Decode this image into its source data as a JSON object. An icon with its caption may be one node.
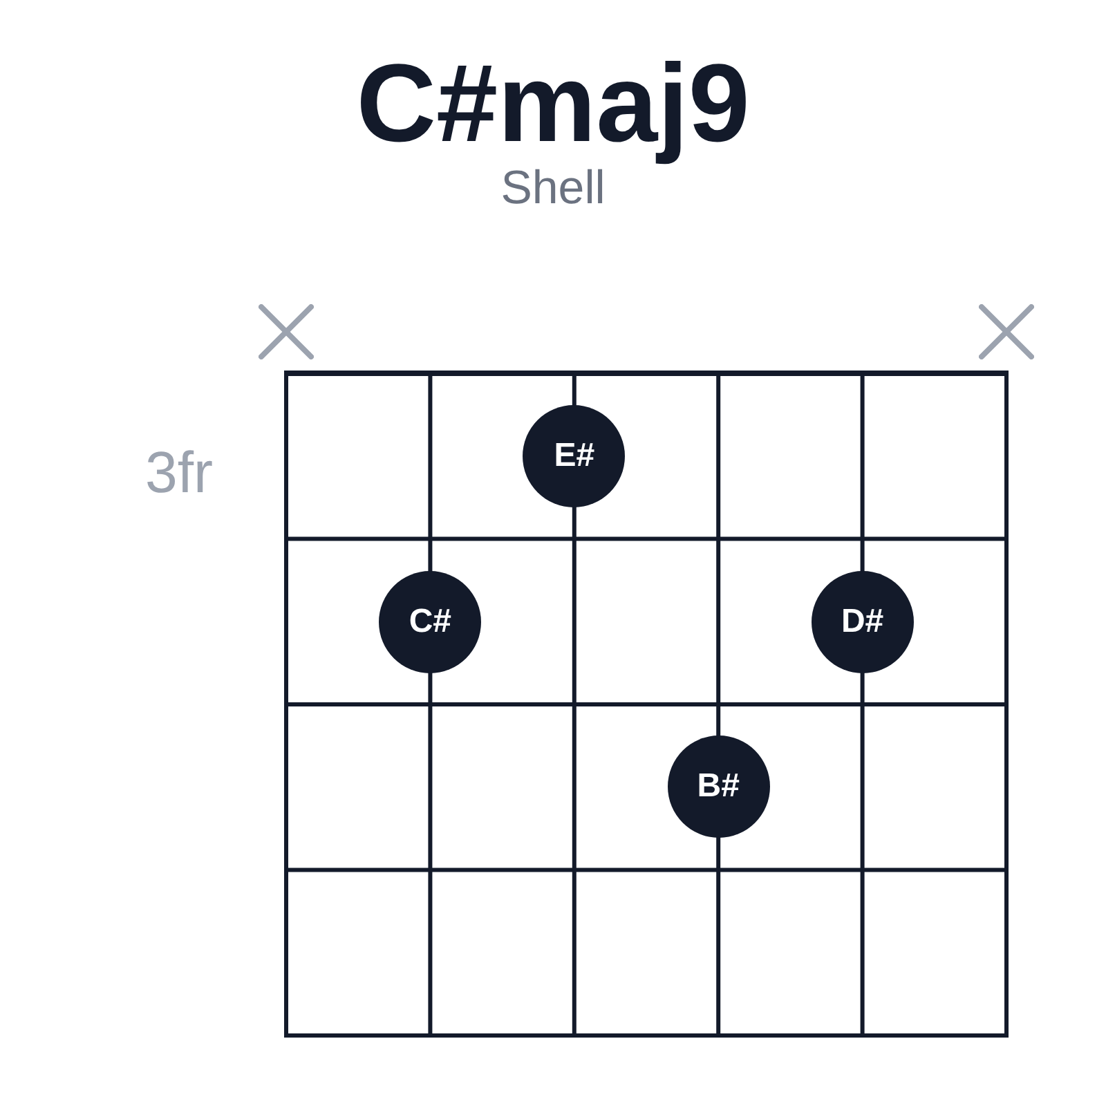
{
  "diagram": {
    "title": "C#maj9",
    "nodes": [
      {
        "text": [
          "E#"
        ]
      },
      {
        "text": [
          "C#"
        ]
      },
      {
        "text": [
          "D#"
        ]
      },
      {
        "text": [
          "B#"
        ]
      }
    ],
    "labels": [
      "Shell",
      "3fr"
    ]
  }
}
